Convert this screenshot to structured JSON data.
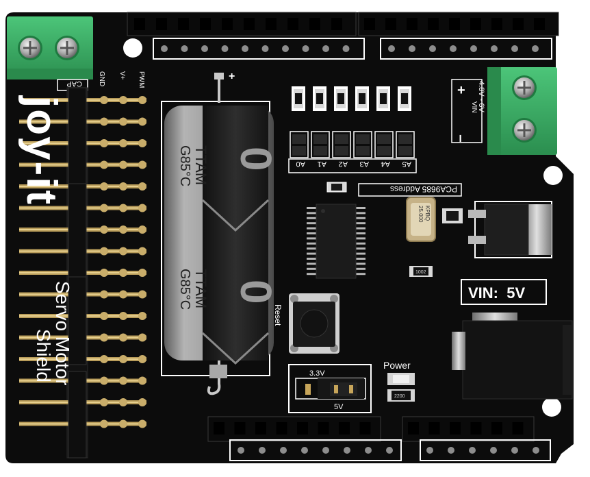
{
  "board": {
    "brand": "joy-it",
    "product_line1": "Servo Motor",
    "product_line2": "Shield",
    "pin_header_labels": [
      "PWM",
      "V+",
      "GND"
    ],
    "cap_label": "CAP",
    "cap_plus": "+",
    "address_title": "PCA9685 Address",
    "address_pins": [
      "A0",
      "A1",
      "A2",
      "A3",
      "A4",
      "A5"
    ],
    "resistor_marking": "1002",
    "vin_terminal_label": "VIN",
    "vin_range": "4.8V - 6V",
    "vin_plus": "+",
    "vin_minus": "−",
    "vin_box": "VIN:  5V",
    "reset_label": "Reset",
    "power_label": "Power",
    "jumper_top": "3.3V",
    "jumper_bottom": "5V",
    "led_resistor_marking": "2200",
    "crystal_line1": "25.000",
    "crystal_line2": "KPBQ"
  },
  "capacitor": {
    "brand": "TTAM",
    "rating": "G85°C"
  },
  "colors": {
    "pcb": "#0c0c0c",
    "silkscreen": "#ffffff",
    "terminal": "#3cae64",
    "capacitor_sleeve": "#8d8d8d",
    "capacitor_stripe": "#1d1d1d",
    "gold": "#c7a55a"
  }
}
